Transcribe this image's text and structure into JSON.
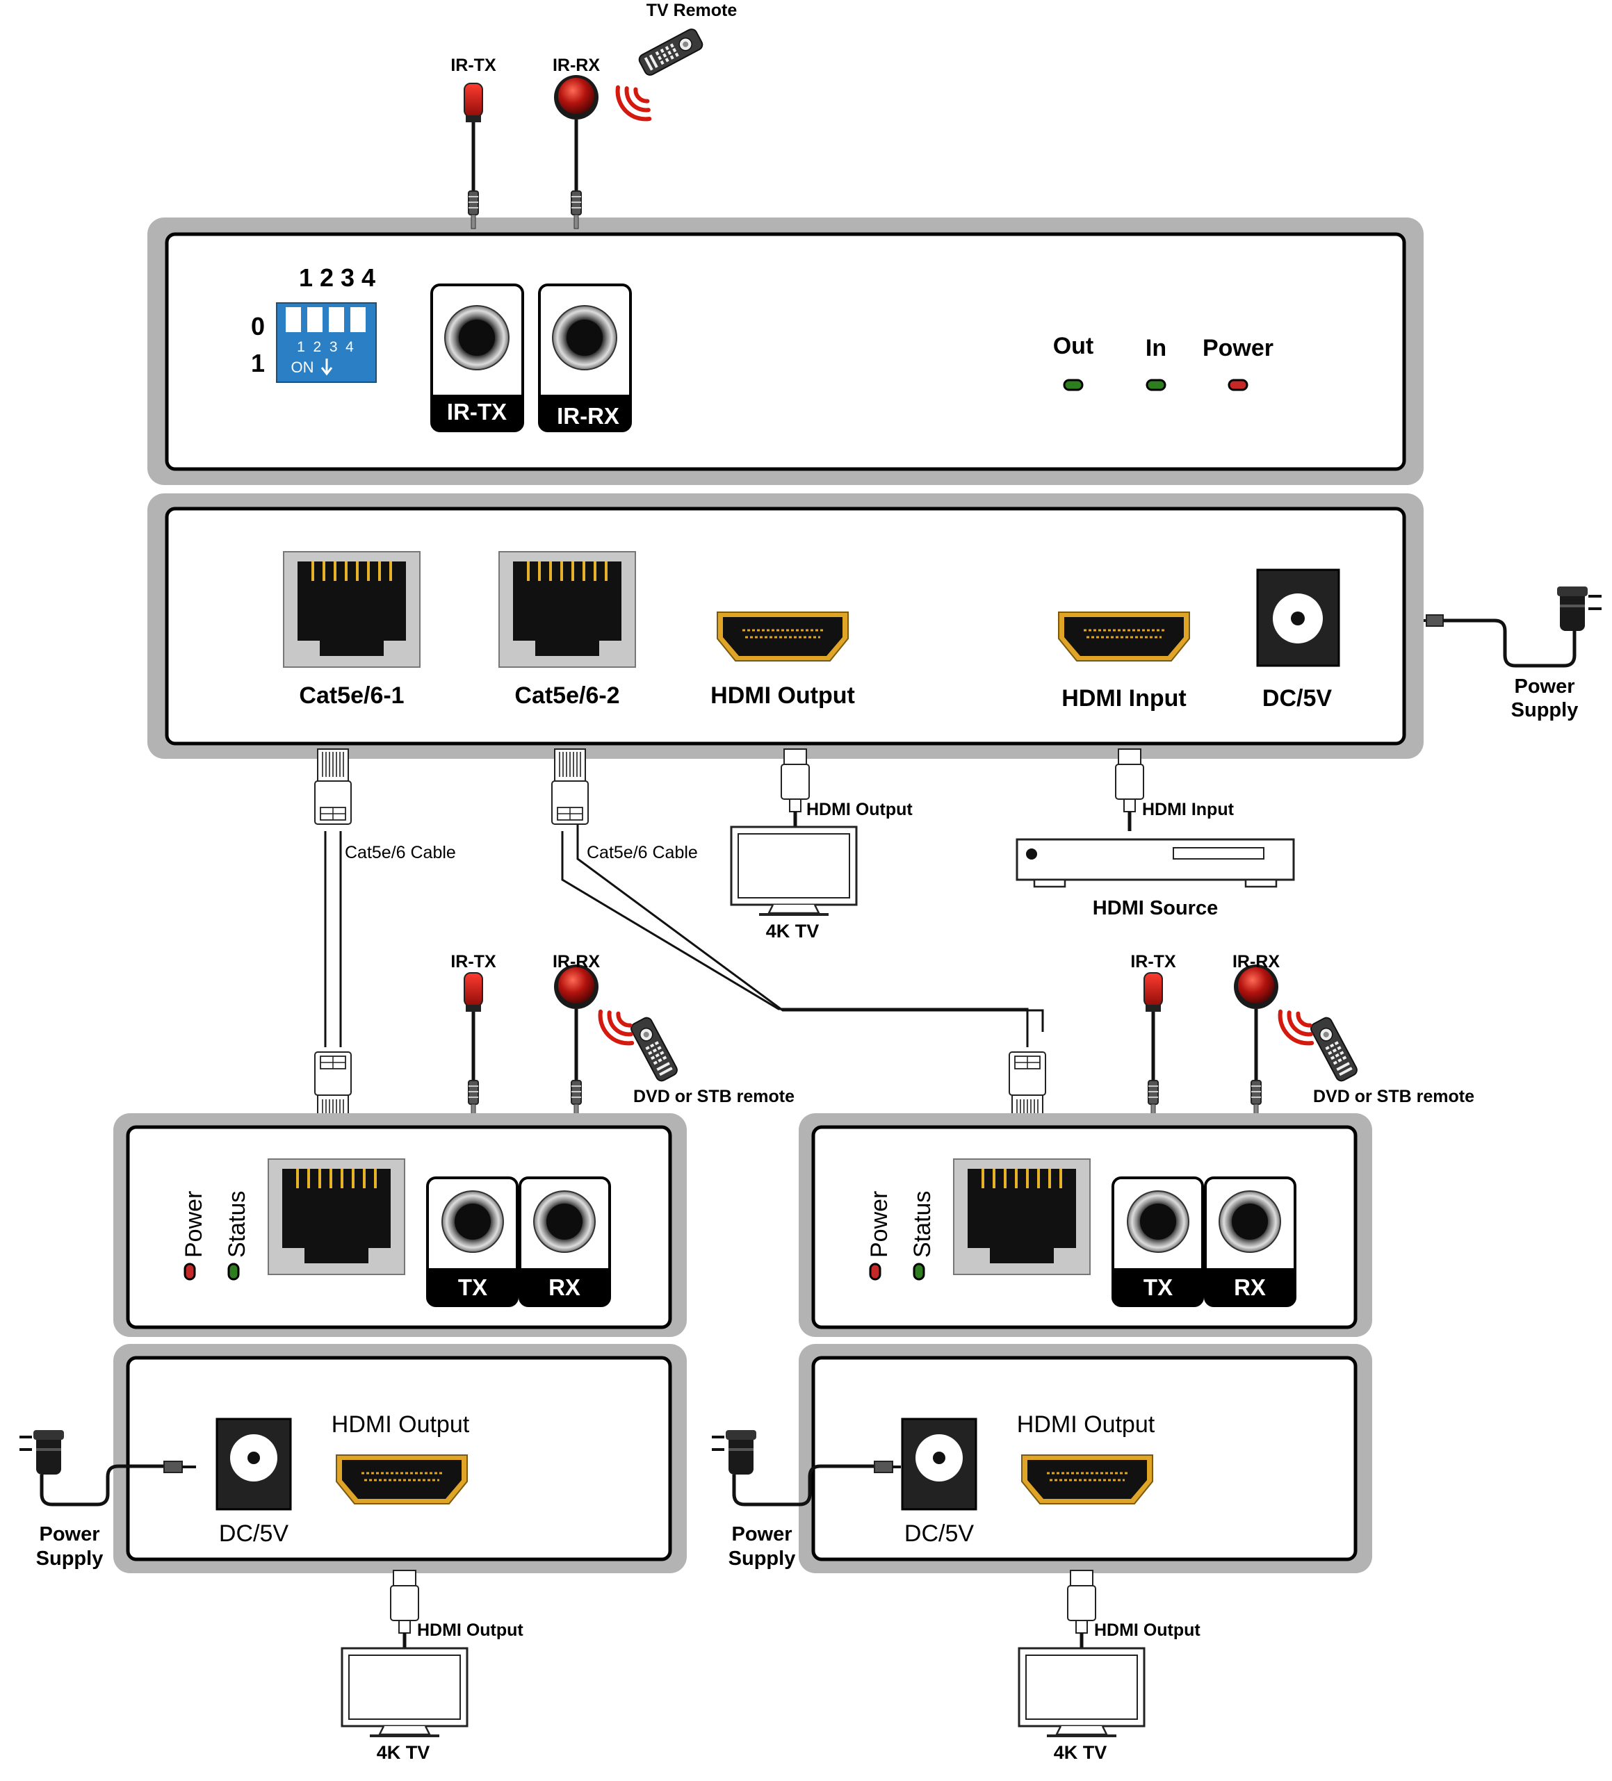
{
  "tx_unit": {
    "top_panel": {
      "dip_switch_numbers": "1 2 3 4",
      "dip_state_off": "0",
      "dip_state_on": "1",
      "dip_inner_numbers": "1  2  3  4",
      "dip_on_label": "ON",
      "ir_tx_port": "IR-TX",
      "ir_rx_port": "IR-RX",
      "led_out": "Out",
      "led_in": "In",
      "led_power": "Power"
    },
    "front_panel": {
      "cat_port_1": "Cat5e/6-1",
      "cat_port_2": "Cat5e/6-2",
      "hdmi_output": "HDMI Output",
      "hdmi_input": "HDMI Input",
      "dc": "DC/5V"
    },
    "ir_tx_cable": "IR-TX",
    "ir_rx_cable": "IR-RX",
    "tv_remote": "TV Remote",
    "power_supply_line1": "Power",
    "power_supply_line2": "Supply"
  },
  "connections": {
    "cable_1": "Cat5e/6 Cable",
    "cable_2": "Cat5e/6 Cable",
    "hdmi_out_label": "HDMI Output",
    "tv_label": "4K TV",
    "hdmi_in_label": "HDMI Input",
    "source_label": "HDMI Source"
  },
  "receivers": [
    {
      "ir_tx_cable": "IR-TX",
      "ir_rx_cable": "IR-RX",
      "remote_label": "DVD or STB remote",
      "led_power": "Power",
      "led_status": "Status",
      "tx_port": "TX",
      "rx_port": "RX",
      "dc": "DC/5V",
      "hdmi_output": "HDMI Output",
      "power_supply_line1": "Power",
      "power_supply_line2": "Supply",
      "hdmi_out_label": "HDMI Output",
      "tv_label": "4K TV"
    },
    {
      "ir_tx_cable": "IR-TX",
      "ir_rx_cable": "IR-RX",
      "remote_label": "DVD or STB remote",
      "led_power": "Power",
      "led_status": "Status",
      "tx_port": "TX",
      "rx_port": "RX",
      "dc": "DC/5V",
      "hdmi_output": "HDMI Output",
      "power_supply_line1": "Power",
      "power_supply_line2": "Supply",
      "hdmi_out_label": "HDMI Output",
      "tv_label": "4K TV"
    }
  ],
  "colors": {
    "frame_gray": "#b3b3b3",
    "panel_white": "#ffffff",
    "dip_blue": "#2b7fc4",
    "led_green": "#2e7d1e",
    "led_red": "#c62828",
    "ir_red": "#c91b16",
    "hdmi_gold": "#e0a526",
    "cat_gray": "#c8c8c8",
    "remote_dark": "#333333"
  }
}
